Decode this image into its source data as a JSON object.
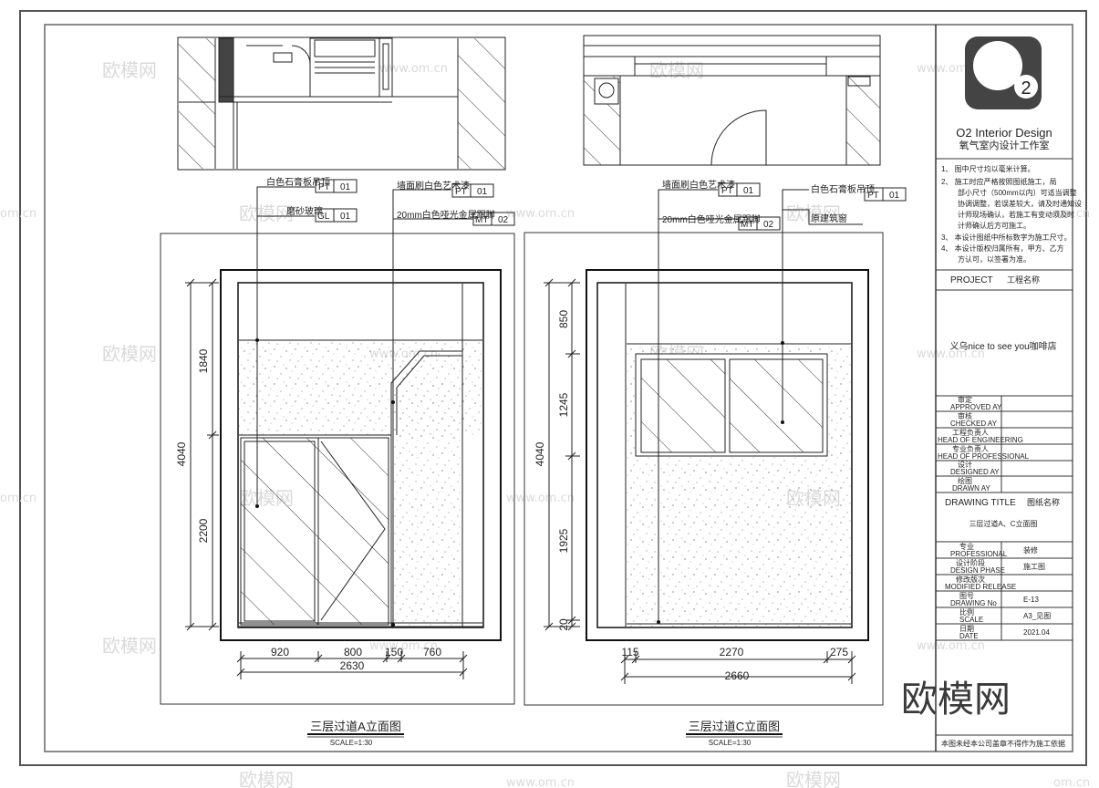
{
  "watermark": {
    "brand_big": "欧模网",
    "brand_small": "欧模网",
    "url": "www.om.cn",
    "url_cut": "om.cn"
  },
  "left_drawing": {
    "title": "三层过道A立面图",
    "scale": "SCALE=1:30",
    "callouts": [
      {
        "text": "白色石膏板吊顶",
        "code": "PT",
        "num": "01"
      },
      {
        "text": "磨砂玻璃",
        "code": "GL",
        "num": "01"
      },
      {
        "text": "墙面刷白色艺术漆",
        "code": "PT",
        "num": "01"
      },
      {
        "text": "20mm白色哑光金属踢脚",
        "code": "MT",
        "num": "02"
      }
    ],
    "dims_vertical": [
      "1840",
      "2200"
    ],
    "dim_total_height": "4040",
    "dims_horizontal": [
      "920",
      "800",
      "150",
      "760"
    ],
    "dim_total_width": "2630"
  },
  "right_drawing": {
    "title": "三层过道C立面图",
    "scale": "SCALE=1:30",
    "callouts": [
      {
        "text": "墙面刷白色艺术漆",
        "code": "PT",
        "num": "01"
      },
      {
        "text": "20mm白色哑光金属踢脚",
        "code": "MT",
        "num": "02"
      },
      {
        "text": "白色石膏板吊顶",
        "code": "PT",
        "num": "01"
      },
      {
        "text": "原建筑窗",
        "code": "",
        "num": ""
      }
    ],
    "dims_vertical": [
      "850",
      "1245",
      "1925",
      "20"
    ],
    "dim_total_height": "4040",
    "dims_horizontal": [
      "115",
      "2270",
      "275"
    ],
    "dim_total_width": "2660"
  },
  "title_block": {
    "logo_text": "O",
    "logo_sub": "2",
    "company_en": "O2 Interior Design",
    "company_cn": "氧气室内设计工作室",
    "notes": [
      "1、 图中尺寸均以毫米计算。",
      "2、 施工时应严格按照图纸施工，局",
      "部小尺寸（500mm以内）可适当调整",
      "协调调整，若误差较大，请及时通知设",
      "计师现场确认，若施工有变动须及时",
      "计师确认后方可施工。",
      "3、 本设计图纸中所标数字为施工尺寸。",
      "4、 本设计版权归属所有，甲方、乙方",
      "方认可，以签署为准。"
    ],
    "project_label": "PROJECT",
    "project_label_cn": "工程名称",
    "project_name": "义乌nice to see you咖啡店",
    "rows": [
      {
        "cn": "审定",
        "en": "APPROVED AY",
        "value": ""
      },
      {
        "cn": "审核",
        "en": "CHECKED AY",
        "value": ""
      },
      {
        "cn": "工程负责人",
        "en": "HEAD OF ENGINEERING",
        "value": ""
      },
      {
        "cn": "专业负责人",
        "en": "HEAD OF PROFESSIONAL",
        "value": ""
      },
      {
        "cn": "设计",
        "en": "DESIGNED AY",
        "value": ""
      },
      {
        "cn": "绘图",
        "en": "DRAWN AY",
        "value": ""
      }
    ],
    "drawing_title_label": "DRAWING TITLE",
    "drawing_title_label_cn": "图纸名称",
    "drawing_title": "三层过道A、C立面图",
    "info_rows": [
      {
        "cn": "专业",
        "en": "PROFESSIONAL",
        "value": "装修"
      },
      {
        "cn": "设计阶段",
        "en": "DESIGN PHASE",
        "value": "施工图"
      },
      {
        "cn": "修改版次",
        "en": "MODIFIED RELEASE",
        "value": ""
      },
      {
        "cn": "图号",
        "en": "DRAWING No",
        "value": "E-13"
      },
      {
        "cn": "比例",
        "en": "SCALE",
        "value": "A3_见图"
      },
      {
        "cn": "日期",
        "en": "DATE",
        "value": "2021.04"
      }
    ],
    "footer": "本图未经本公司盖章不得作为施工依据"
  }
}
